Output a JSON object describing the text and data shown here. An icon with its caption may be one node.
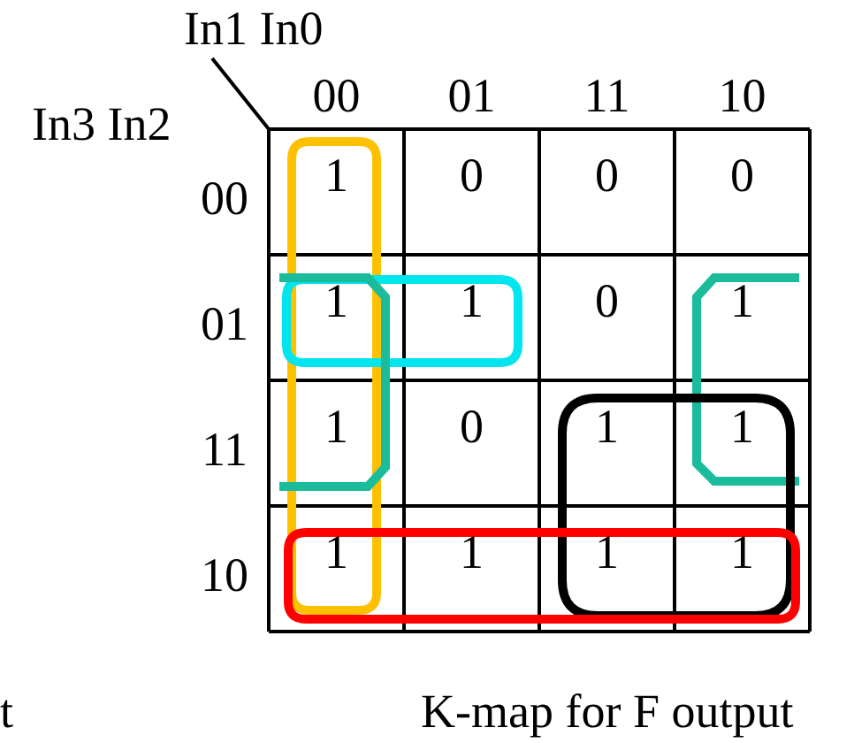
{
  "diagram": {
    "caption": "K-map for F output",
    "labels": [
      "In1 In0",
      "In3 In2",
      "00",
      "01",
      "11",
      "10",
      "00",
      "1",
      "0",
      "0",
      "0",
      "01",
      "1",
      "1",
      "0",
      "1",
      "11",
      "1",
      "0",
      "1",
      "1",
      "10",
      "1",
      "1",
      "1",
      "1",
      "t"
    ]
  }
}
